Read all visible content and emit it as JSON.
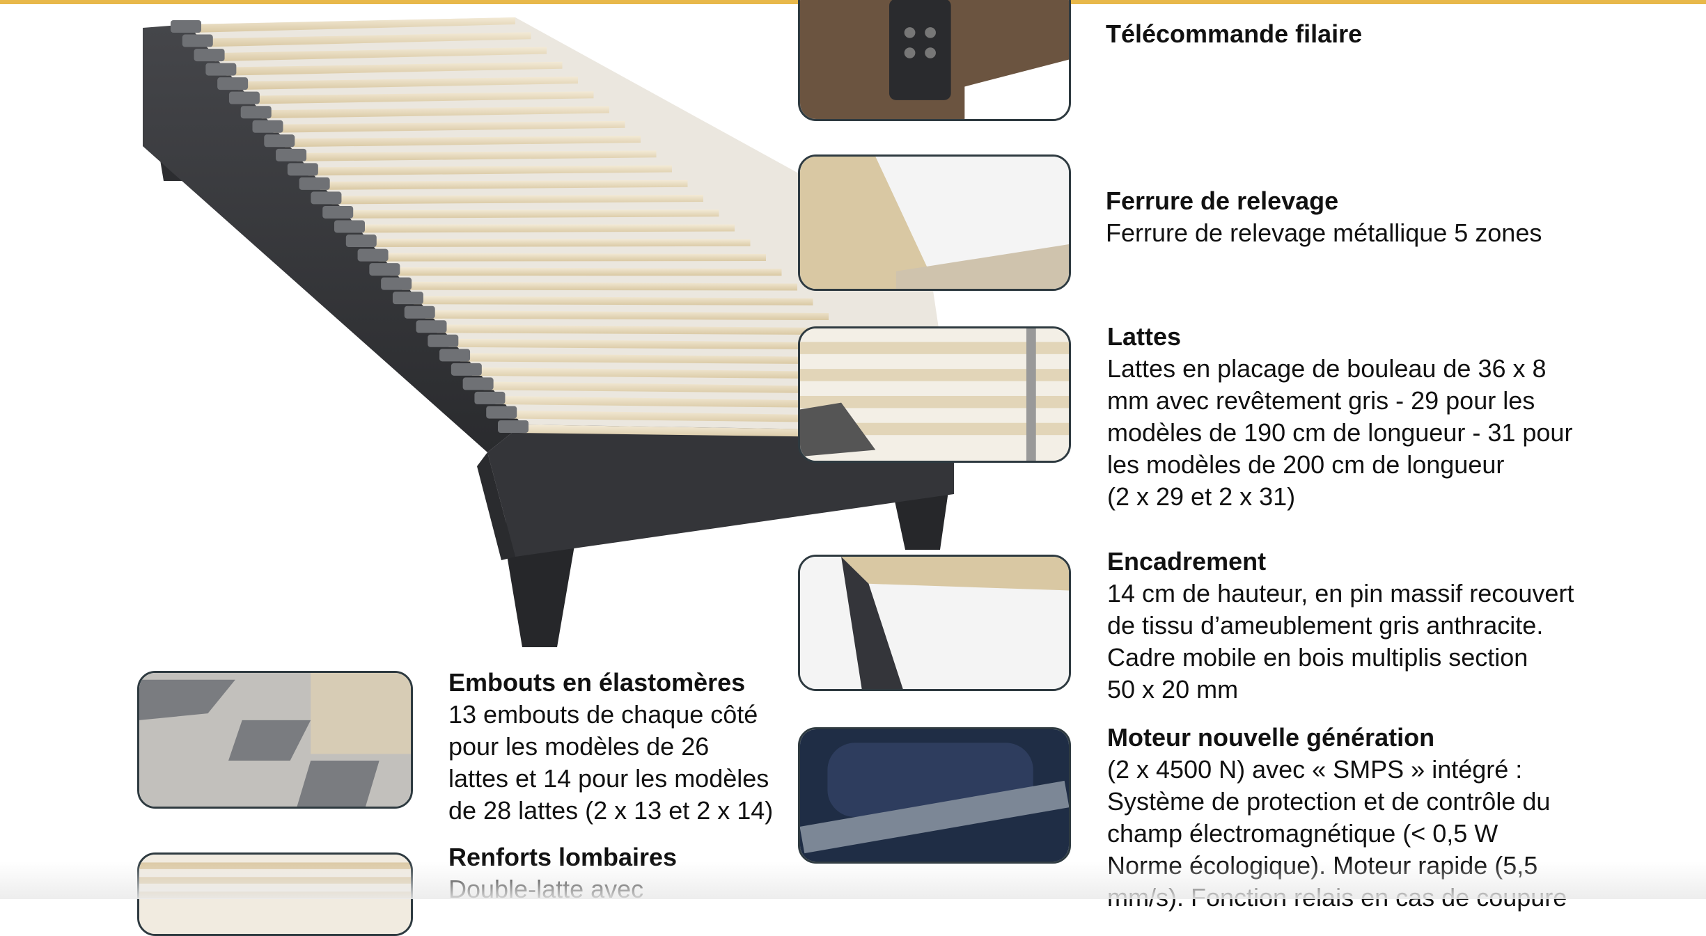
{
  "colors": {
    "accent": "#e8b84a",
    "frame": "#2e3a40",
    "upholstery": "#3a3b3e",
    "slat": "#e9dcc0"
  },
  "features": {
    "remote": {
      "title": "Télécommande filaire",
      "lines": []
    },
    "lift": {
      "title": "Ferrure de relevage",
      "lines": [
        "Ferrure de relevage métallique 5 zones"
      ]
    },
    "slats": {
      "title": "Lattes",
      "lines": [
        "Lattes en placage de bouleau de 36 x 8",
        "mm avec revêtement gris - 29 pour les",
        "modèles de 190 cm de longueur - 31 pour",
        "les modèles de 200 cm de longueur",
        "(2 x 29 et 2 x 31)"
      ]
    },
    "frame": {
      "title": "Encadrement",
      "lines": [
        "14 cm de hauteur, en pin massif recouvert",
        "de tissu d’ameublement gris anthracite.",
        "Cadre mobile en bois multiplis section",
        "50 x 20 mm"
      ]
    },
    "motor": {
      "title": "Moteur nouvelle génération",
      "lines": [
        "(2 x 4500 N) avec « SMPS » intégré :",
        "Système de protection et de contrôle du",
        "champ électromagnétique (< 0,5 W",
        "Norme écologique). Moteur rapide (5,5",
        "mm/s). Fonction relais en cas de coupure"
      ]
    },
    "caps": {
      "title": "Embouts en élastomères",
      "lines": [
        "13 embouts de chaque côté",
        "pour les modèles de 26",
        "lattes et 14 pour les modèles",
        "de 28 lattes (2 x 13 et 2 x 14)"
      ]
    },
    "lumbar": {
      "title": "Renforts lombaires",
      "lines": [
        "Double-latte avec"
      ]
    }
  }
}
